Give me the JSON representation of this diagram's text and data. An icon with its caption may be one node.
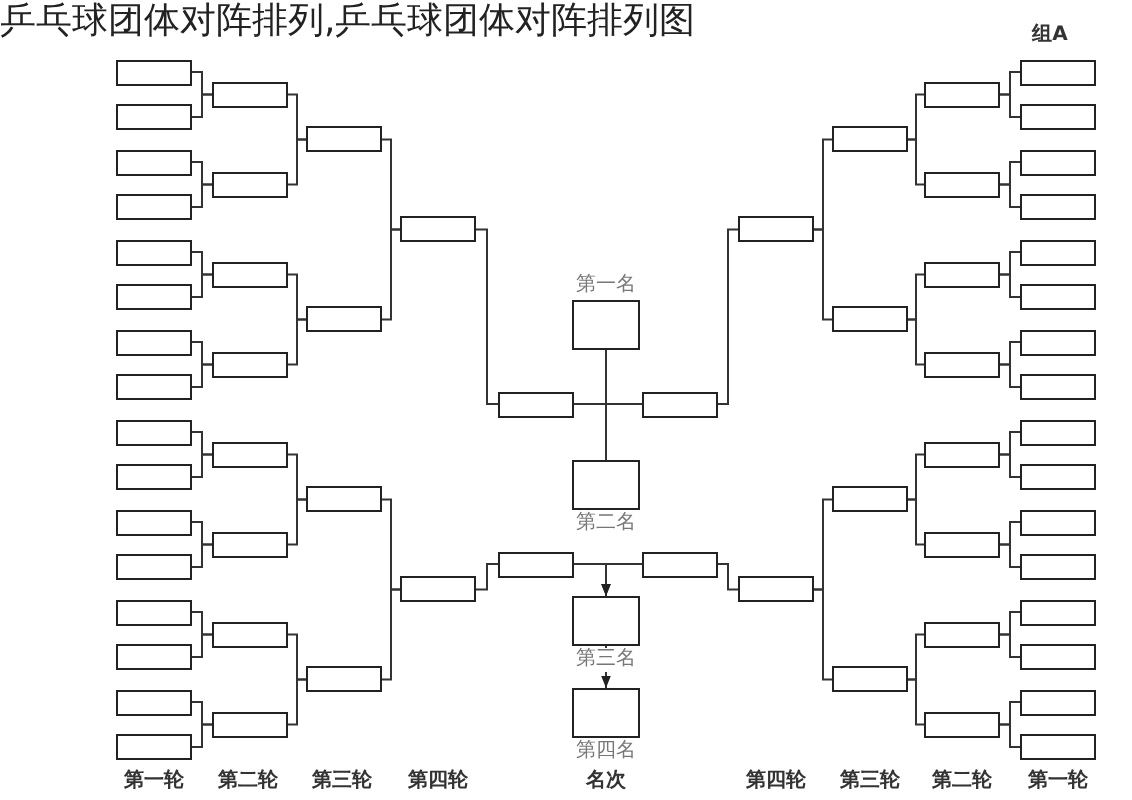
{
  "diagram": {
    "title": "乒乓球团体对阵排列,乒乓球团体对阵排列图",
    "nodes": [
      {
        "text": [],
        "shape": "box"
      },
      {
        "text": [],
        "shape": "box"
      },
      {
        "text": [],
        "shape": "box"
      },
      {
        "text": [],
        "shape": "box"
      },
      {
        "text": [],
        "shape": "box"
      },
      {
        "text": [],
        "shape": "box"
      },
      {
        "text": [],
        "shape": "box"
      },
      {
        "text": [],
        "shape": "box"
      },
      {
        "text": [],
        "shape": "box"
      },
      {
        "text": [],
        "shape": "box"
      },
      {
        "text": [],
        "shape": "box"
      },
      {
        "text": [],
        "shape": "box"
      },
      {
        "text": [],
        "shape": "box"
      },
      {
        "text": [],
        "shape": "box"
      },
      {
        "text": [],
        "shape": "box"
      },
      {
        "text": [],
        "shape": "box"
      },
      {
        "text": [],
        "shape": "box"
      },
      {
        "text": [],
        "shape": "box"
      },
      {
        "text": [],
        "shape": "box"
      },
      {
        "text": [],
        "shape": "box"
      },
      {
        "text": [],
        "shape": "box"
      },
      {
        "text": [],
        "shape": "box"
      },
      {
        "text": [],
        "shape": "box"
      },
      {
        "text": [],
        "shape": "box"
      },
      {
        "text": [],
        "shape": "box"
      },
      {
        "text": [],
        "shape": "box"
      },
      {
        "text": [],
        "shape": "box"
      },
      {
        "text": [],
        "shape": "box"
      },
      {
        "text": [],
        "shape": "box"
      },
      {
        "text": [],
        "shape": "box"
      },
      {
        "text": [],
        "shape": "box"
      },
      {
        "text": [],
        "shape": "box"
      },
      {
        "text": [],
        "shape": "box",
        "beside": [
          "第一名"
        ]
      },
      {
        "text": [],
        "shape": "box",
        "beside": [
          "第二名"
        ]
      },
      {
        "text": [],
        "shape": "box",
        "beside": [
          "第三名"
        ]
      },
      {
        "text": [],
        "shape": "box",
        "beside": [
          "第四名"
        ]
      },
      {
        "text": [],
        "shape": "box"
      },
      {
        "text": [],
        "shape": "box"
      },
      {
        "text": [],
        "shape": "box"
      },
      {
        "text": [],
        "shape": "box"
      },
      {
        "text": [],
        "shape": "box"
      },
      {
        "text": [],
        "shape": "box"
      },
      {
        "text": [],
        "shape": "box"
      },
      {
        "text": [],
        "shape": "box"
      },
      {
        "text": [],
        "shape": "box"
      },
      {
        "text": [],
        "shape": "box"
      },
      {
        "text": [],
        "shape": "box"
      },
      {
        "text": [],
        "shape": "box"
      },
      {
        "text": [],
        "shape": "box"
      },
      {
        "text": [],
        "shape": "box"
      },
      {
        "text": [],
        "shape": "box"
      },
      {
        "text": [],
        "shape": "box"
      },
      {
        "text": [],
        "shape": "box"
      },
      {
        "text": [],
        "shape": "box"
      },
      {
        "text": [],
        "shape": "box"
      },
      {
        "text": [],
        "shape": "box"
      },
      {
        "text": [],
        "shape": "box"
      },
      {
        "text": [],
        "shape": "box"
      },
      {
        "text": [],
        "shape": "box"
      },
      {
        "text": [],
        "shape": "box"
      },
      {
        "text": [],
        "shape": "box"
      },
      {
        "text": [],
        "shape": "box"
      },
      {
        "text": [],
        "shape": "box"
      },
      {
        "text": [],
        "shape": "box"
      },
      {
        "text": [],
        "shape": "box"
      },
      {
        "text": [],
        "shape": "box"
      },
      {
        "text": [],
        "shape": "box"
      },
      {
        "text": [],
        "shape": "box"
      }
    ],
    "edges": [
      {
        "from": 0,
        "to": 16,
        "arrow": "none"
      },
      {
        "from": 1,
        "to": 16,
        "arrow": "none"
      },
      {
        "from": 2,
        "to": 17,
        "arrow": "none"
      },
      {
        "from": 3,
        "to": 17,
        "arrow": "none"
      },
      {
        "from": 4,
        "to": 18,
        "arrow": "none"
      },
      {
        "from": 5,
        "to": 18,
        "arrow": "none"
      },
      {
        "from": 6,
        "to": 19,
        "arrow": "none"
      },
      {
        "from": 7,
        "to": 19,
        "arrow": "none"
      },
      {
        "from": 8,
        "to": 20,
        "arrow": "none"
      },
      {
        "from": 9,
        "to": 20,
        "arrow": "none"
      },
      {
        "from": 10,
        "to": 21,
        "arrow": "none"
      },
      {
        "from": 11,
        "to": 21,
        "arrow": "none"
      },
      {
        "from": 12,
        "to": 22,
        "arrow": "none"
      },
      {
        "from": 13,
        "to": 22,
        "arrow": "none"
      },
      {
        "from": 14,
        "to": 23,
        "arrow": "none"
      },
      {
        "from": 15,
        "to": 23,
        "arrow": "none"
      },
      {
        "from": 16,
        "to": 24,
        "arrow": "none"
      },
      {
        "from": 17,
        "to": 24,
        "arrow": "none"
      },
      {
        "from": 18,
        "to": 25,
        "arrow": "none"
      },
      {
        "from": 19,
        "to": 25,
        "arrow": "none"
      },
      {
        "from": 20,
        "to": 26,
        "arrow": "none"
      },
      {
        "from": 21,
        "to": 26,
        "arrow": "none"
      },
      {
        "from": 22,
        "to": 27,
        "arrow": "none"
      },
      {
        "from": 23,
        "to": 27,
        "arrow": "none"
      },
      {
        "from": 24,
        "to": 28,
        "arrow": "none"
      },
      {
        "from": 25,
        "to": 28,
        "arrow": "none"
      },
      {
        "from": 26,
        "to": 29,
        "arrow": "none"
      },
      {
        "from": 27,
        "to": 29,
        "arrow": "none"
      },
      {
        "from": 28,
        "to": 30,
        "arrow": "none"
      },
      {
        "from": 29,
        "to": 31,
        "arrow": "none"
      },
      {
        "from": 30,
        "to": 32,
        "arrow": "none"
      },
      {
        "from": 36,
        "to": 32,
        "arrow": "none"
      },
      {
        "from": 32,
        "to": 33,
        "arrow": "none"
      },
      {
        "from": 31,
        "to": 34,
        "arrow": "to"
      },
      {
        "from": 37,
        "to": 34,
        "arrow": "to"
      },
      {
        "from": 34,
        "to": 35,
        "arrow": "to"
      },
      {
        "from": 38,
        "to": 36,
        "arrow": "none"
      },
      {
        "from": 39,
        "to": 37,
        "arrow": "none"
      },
      {
        "from": 40,
        "to": 38,
        "arrow": "none"
      },
      {
        "from": 41,
        "to": 38,
        "arrow": "none"
      },
      {
        "from": 42,
        "to": 39,
        "arrow": "none"
      },
      {
        "from": 43,
        "to": 39,
        "arrow": "none"
      },
      {
        "from": 44,
        "to": 40,
        "arrow": "none"
      },
      {
        "from": 45,
        "to": 40,
        "arrow": "none"
      },
      {
        "from": 46,
        "to": 41,
        "arrow": "none"
      },
      {
        "from": 47,
        "to": 41,
        "arrow": "none"
      },
      {
        "from": 48,
        "to": 42,
        "arrow": "none"
      },
      {
        "from": 49,
        "to": 42,
        "arrow": "none"
      },
      {
        "from": 50,
        "to": 43,
        "arrow": "none"
      },
      {
        "from": 51,
        "to": 43,
        "arrow": "none"
      },
      {
        "from": 52,
        "to": 44,
        "arrow": "none"
      },
      {
        "from": 53,
        "to": 44,
        "arrow": "none"
      },
      {
        "from": 54,
        "to": 45,
        "arrow": "none"
      },
      {
        "from": 55,
        "to": 45,
        "arrow": "none"
      },
      {
        "from": 56,
        "to": 46,
        "arrow": "none"
      },
      {
        "from": 57,
        "to": 46,
        "arrow": "none"
      },
      {
        "from": 58,
        "to": 47,
        "arrow": "none"
      },
      {
        "from": 59,
        "to": 47,
        "arrow": "none"
      },
      {
        "from": 60,
        "to": 48,
        "arrow": "none"
      },
      {
        "from": 61,
        "to": 48,
        "arrow": "none"
      },
      {
        "from": 62,
        "to": 49,
        "arrow": "none"
      },
      {
        "from": 63,
        "to": 49,
        "arrow": "none"
      },
      {
        "from": 64,
        "to": 50,
        "arrow": "none"
      },
      {
        "from": 65,
        "to": 50,
        "arrow": "none"
      },
      {
        "from": 66,
        "to": 51,
        "arrow": "none"
      },
      {
        "from": 67,
        "to": 51,
        "arrow": "none"
      }
    ],
    "labels": [
      "组A",
      "第一轮",
      "第二轮",
      "第三轮",
      "第四轮",
      "名次",
      "第四轮",
      "第三轮",
      "第二轮",
      "第一轮"
    ]
  }
}
